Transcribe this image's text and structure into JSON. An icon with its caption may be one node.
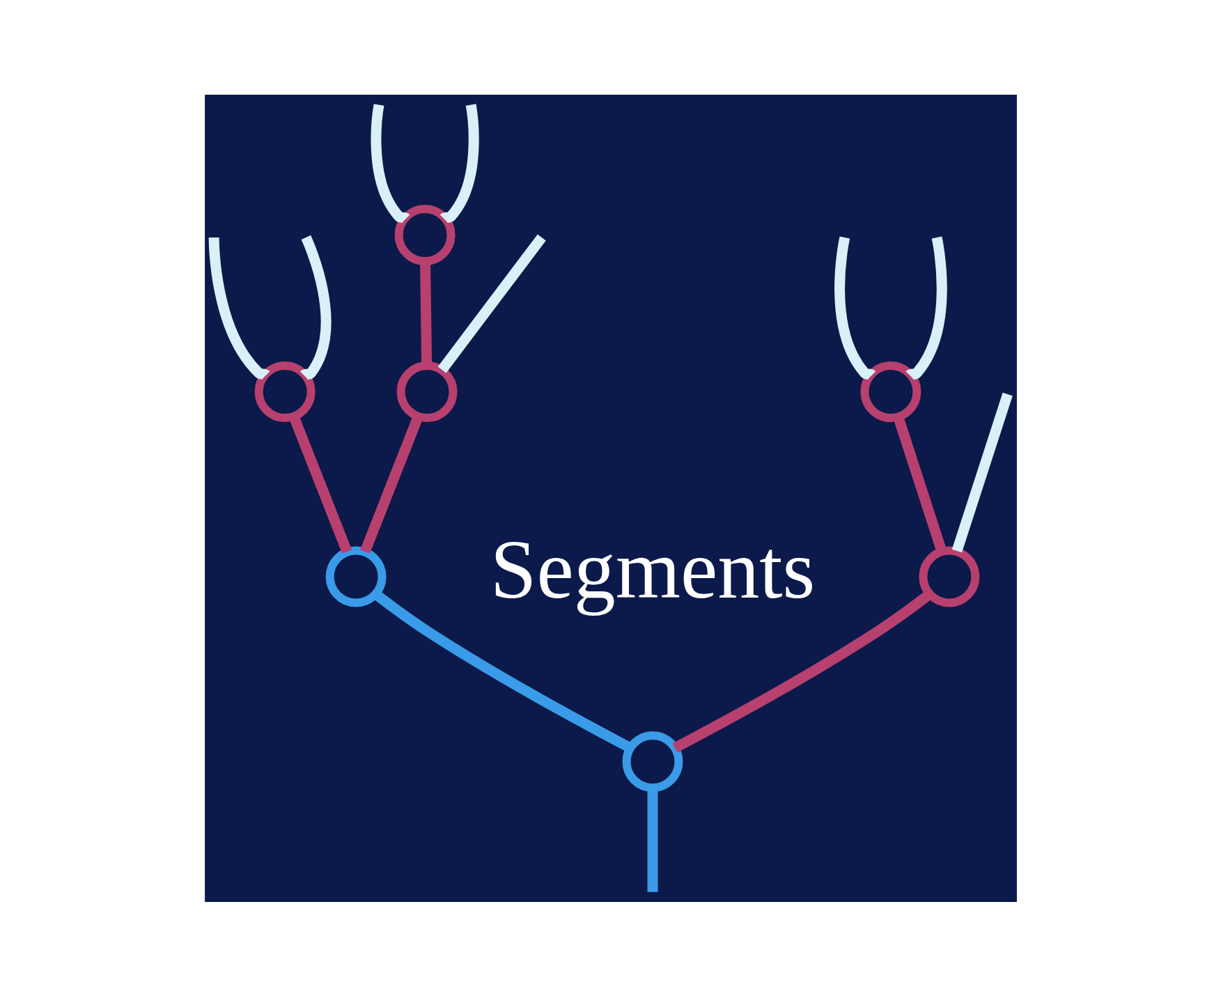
{
  "diagram": {
    "nodes": [
      {
        "text": [],
        "shape": "circle"
      },
      {
        "text": [],
        "shape": "circle"
      },
      {
        "text": [],
        "shape": "circle"
      },
      {
        "text": [],
        "shape": "circle"
      },
      {
        "text": [],
        "shape": "circle"
      },
      {
        "text": [],
        "shape": "circle"
      },
      {
        "text": [],
        "shape": "circle"
      }
    ],
    "edges": [
      {
        "from": null,
        "to": 4,
        "arrow": "none",
        "color": "#3a9be8"
      },
      {
        "from": 4,
        "to": 1,
        "arrow": "none",
        "color": "#3a9be8"
      },
      {
        "from": 4,
        "to": 6,
        "arrow": "none",
        "color": "#b8406e"
      },
      {
        "from": 1,
        "to": 0,
        "arrow": "none",
        "color": "#b8406e"
      },
      {
        "from": 1,
        "to": 2,
        "arrow": "none",
        "color": "#b8406e"
      },
      {
        "from": 2,
        "to": 3,
        "arrow": "none",
        "color": "#b8406e"
      },
      {
        "from": 6,
        "to": 5,
        "arrow": "none",
        "color": "#b8406e"
      },
      {
        "from": 0,
        "to": null,
        "arrow": "none"
      },
      {
        "from": 0,
        "to": null,
        "arrow": "none"
      },
      {
        "from": 2,
        "to": null,
        "arrow": "none"
      },
      {
        "from": 3,
        "to": null,
        "arrow": "none"
      },
      {
        "from": 3,
        "to": null,
        "arrow": "none"
      },
      {
        "from": 5,
        "to": null,
        "arrow": "none"
      },
      {
        "from": 5,
        "to": null,
        "arrow": "none"
      },
      {
        "from": 6,
        "to": null,
        "arrow": "none"
      }
    ],
    "labels": [
      "Segments"
    ]
  }
}
